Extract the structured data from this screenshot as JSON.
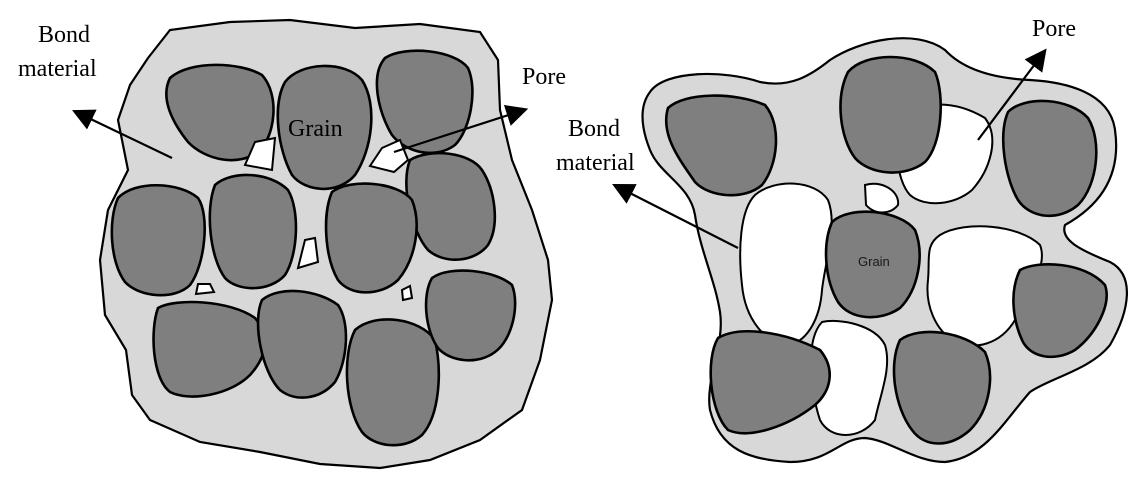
{
  "colors": {
    "bond": "#d8d8d8",
    "grain": "#7f7f7f",
    "pore": "#ffffff",
    "outline": "#000000",
    "background": "#ffffff"
  },
  "left_diagram": {
    "bond_label_line1": "Bond",
    "bond_label_line2": "material",
    "pore_label": "Pore",
    "grain_label": "Grain"
  },
  "right_diagram": {
    "bond_label_line1": "Bond",
    "bond_label_line2": "material",
    "pore_label": "Pore",
    "grain_label": "Grain"
  }
}
